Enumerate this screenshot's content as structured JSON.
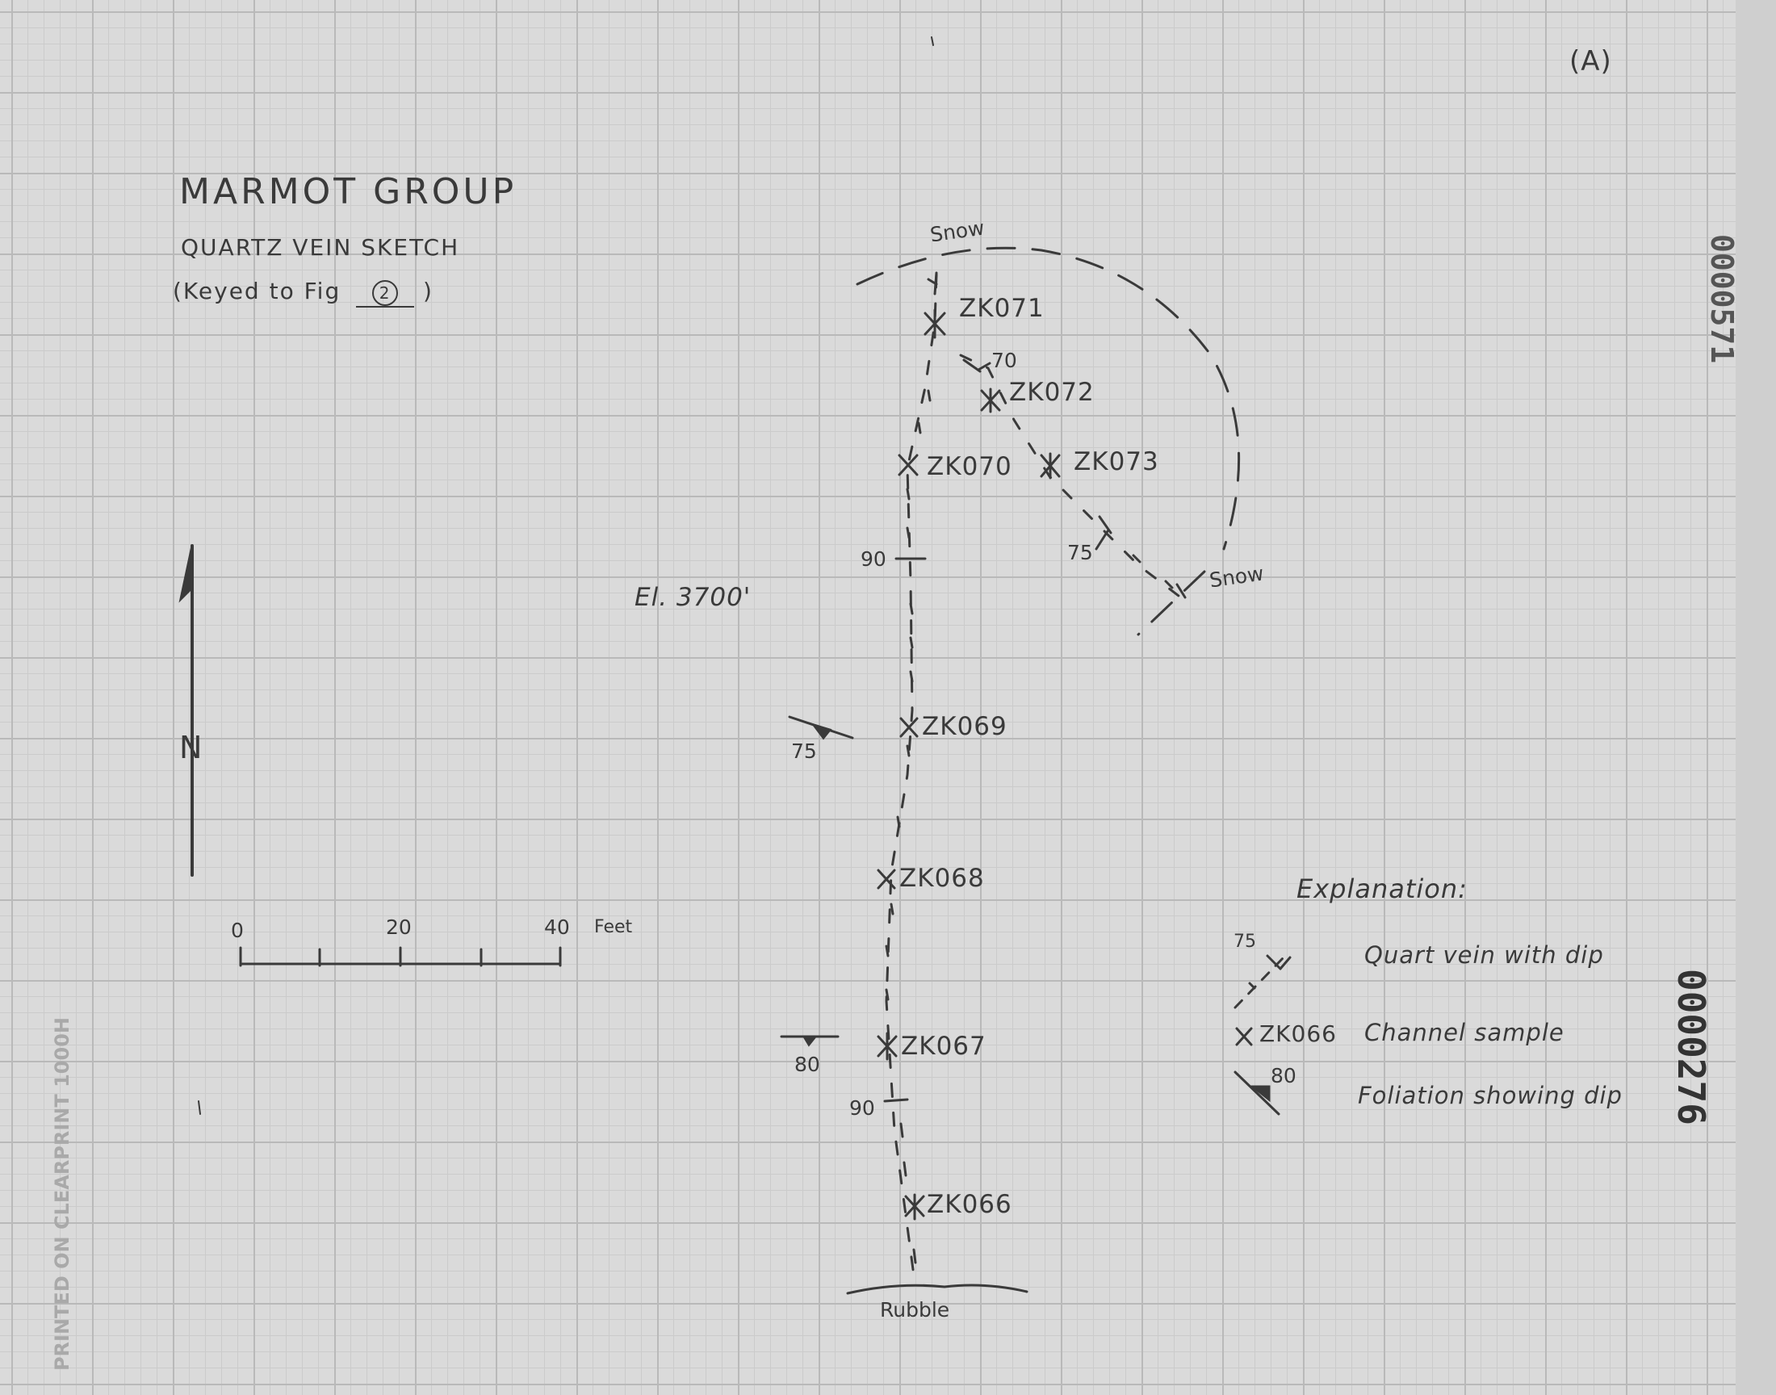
{
  "title": "MARMOT GROUP",
  "subtitle": "QUARTZ VEIN SKETCH",
  "keyed_prefix": "(Keyed to Fig",
  "keyed_figure": "2",
  "keyed_suffix": ")",
  "sheet_label": "(A)",
  "elevation": "El. 3700'",
  "north_label": "N",
  "snow_label_top": "Snow",
  "snow_label_right": "Snow",
  "rubble_label": "Rubble",
  "samples": [
    "ZK071",
    "ZK072",
    "ZK070",
    "ZK073",
    "ZK069",
    "ZK068",
    "ZK067",
    "ZK066"
  ],
  "dips": [
    "70",
    "90",
    "75",
    "75",
    "80",
    "90"
  ],
  "scale": {
    "ticks": [
      "0",
      "20",
      "40"
    ],
    "unit": "Feet"
  },
  "explanation": {
    "heading": "Explanation:",
    "vein_dip_value": "75",
    "vein_label": "Quart vein with dip",
    "sample_example": "ZK066",
    "sample_label": "Channel sample",
    "foliation_dip_value": "80",
    "foliation_label": "Foliation showing dip"
  },
  "stamps": {
    "top_right": "0000571",
    "right": "0000276",
    "left_vertical": "PRINTED ON CLEARPRINT 1000H"
  },
  "colors": {
    "paper": "#dadada",
    "grid_major": "#b9b9b9",
    "grid_minor": "#cbcbcb",
    "ink": "#3a3a3a"
  }
}
